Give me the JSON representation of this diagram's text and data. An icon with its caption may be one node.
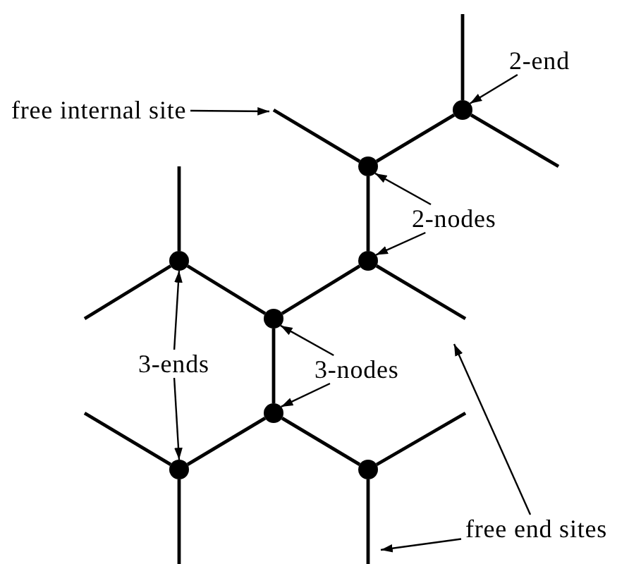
{
  "diagram": {
    "nodes": [
      {
        "text": [],
        "shape": "circle"
      },
      {
        "text": [],
        "shape": "circle"
      },
      {
        "text": [],
        "shape": "circle"
      },
      {
        "text": [],
        "shape": "circle"
      },
      {
        "text": [],
        "shape": "circle"
      },
      {
        "text": [],
        "shape": "circle"
      },
      {
        "text": [],
        "shape": "circle"
      },
      {
        "text": [],
        "shape": "circle"
      },
      {
        "text": [
          "free internal site"
        ]
      },
      {
        "text": [
          "2-end"
        ]
      },
      {
        "text": [
          "2-nodes"
        ]
      },
      {
        "text": [
          "3-ends"
        ]
      },
      {
        "text": [
          "3-nodes"
        ]
      },
      {
        "text": [
          "free end sites"
        ]
      }
    ],
    "edges": [
      {
        "from": 0,
        "to": 1,
        "arrow": "none"
      },
      {
        "from": 1,
        "to": 3,
        "arrow": "none"
      },
      {
        "from": 3,
        "to": 4,
        "arrow": "none"
      },
      {
        "from": 2,
        "to": 4,
        "arrow": "none"
      },
      {
        "from": 4,
        "to": 5,
        "arrow": "none"
      },
      {
        "from": 5,
        "to": 6,
        "arrow": "none"
      },
      {
        "from": 5,
        "to": 7,
        "arrow": "none"
      },
      {
        "from": 0,
        "to": null,
        "arrow": "none"
      },
      {
        "from": 0,
        "to": null,
        "arrow": "none"
      },
      {
        "from": 1,
        "to": null,
        "arrow": "none"
      },
      {
        "from": 3,
        "to": null,
        "arrow": "none"
      },
      {
        "from": 2,
        "to": null,
        "arrow": "none"
      },
      {
        "from": 2,
        "to": null,
        "arrow": "none"
      },
      {
        "from": 6,
        "to": null,
        "arrow": "none"
      },
      {
        "from": 6,
        "to": null,
        "arrow": "none"
      },
      {
        "from": 7,
        "to": null,
        "arrow": "none"
      },
      {
        "from": 7,
        "to": null,
        "arrow": "none"
      },
      {
        "from": 8,
        "to": null,
        "arrow": "to"
      },
      {
        "from": 9,
        "to": 0,
        "arrow": "to"
      },
      {
        "from": 10,
        "to": 1,
        "arrow": "to"
      },
      {
        "from": 10,
        "to": 3,
        "arrow": "to"
      },
      {
        "from": 11,
        "to": 2,
        "arrow": "to"
      },
      {
        "from": 11,
        "to": 6,
        "arrow": "to"
      },
      {
        "from": 12,
        "to": 4,
        "arrow": "to"
      },
      {
        "from": 12,
        "to": 5,
        "arrow": "to"
      },
      {
        "from": 13,
        "to": null,
        "arrow": "to"
      },
      {
        "from": 13,
        "to": null,
        "arrow": "to"
      }
    ]
  }
}
